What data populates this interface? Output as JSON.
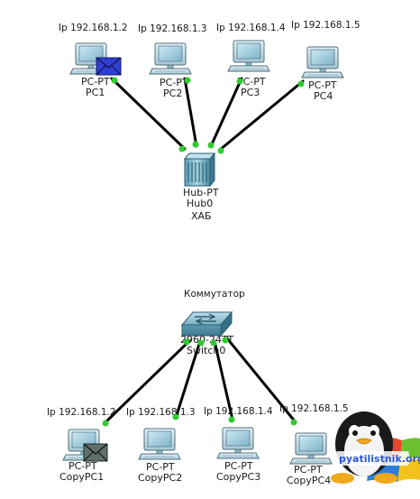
{
  "top": {
    "pcs": [
      {
        "ip": "Ip 192.168.1.2",
        "type": "PC-PT",
        "name": "PC1",
        "has_envelope": true
      },
      {
        "ip": "Ip 192.168.1.3",
        "type": "PC-PT",
        "name": "PC2",
        "has_envelope": false
      },
      {
        "ip": "Ip 192.168.1.4",
        "type": "PC-PT",
        "name": "PC3",
        "has_envelope": false
      },
      {
        "ip": "Ip 192.168.1.5",
        "type": "PC-PT",
        "name": "PC4",
        "has_envelope": false
      }
    ],
    "hub": {
      "type": "Hub-PT",
      "name": "Hub0",
      "caption": "ХАБ"
    }
  },
  "bottom": {
    "switch": {
      "caption": "Коммутатор",
      "type": "2960-24TT",
      "name": "Switch0"
    },
    "pcs": [
      {
        "ip": "Ip 192.168.1.2",
        "type": "PC-PT",
        "name": "CopyPC1",
        "has_envelope": true
      },
      {
        "ip": "Ip 192.168.1.3",
        "type": "PC-PT",
        "name": "CopyPC2",
        "has_envelope": false
      },
      {
        "ip": "Ip 192.168.1.4",
        "type": "PC-PT",
        "name": "CopyPC3",
        "has_envelope": false
      },
      {
        "ip": "Ip 192.168.1.5",
        "type": "PC-PT",
        "name": "CopyPC4",
        "has_envelope": false
      }
    ]
  },
  "watermark": {
    "text": "pyatilistnik.org"
  },
  "colors": {
    "link": "#000000",
    "port_up": "#2ecc2e",
    "envelope_blue": "#2f3fd0",
    "envelope_gray": "#5f6f6a"
  }
}
